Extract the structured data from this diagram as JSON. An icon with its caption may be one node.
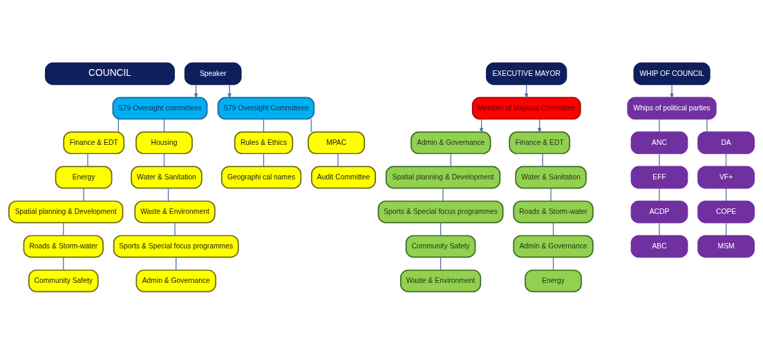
{
  "diagram": {
    "nodes": [
      {
        "text": [
          "COUNCIL"
        ]
      },
      {
        "text": [
          "EXECUTIVE MAYOR"
        ]
      },
      {
        "text": [
          "Speaker"
        ]
      },
      {
        "text": [
          "WHIP OF COUNCIL"
        ]
      },
      {
        "text": [
          "Member of Mayoral Committee"
        ]
      },
      {
        "text": [
          "S79 Oversight committees"
        ]
      },
      {
        "text": [
          "S79 Oversight Committees"
        ]
      },
      {
        "text": [
          "Whips of political parties"
        ]
      },
      {
        "text": [
          "Admin & Governance"
        ]
      },
      {
        "text": [
          "Spatial planning & Development"
        ]
      },
      {
        "text": [
          "Sports & Special focus programmes"
        ]
      },
      {
        "text": [
          "Community Safety"
        ]
      },
      {
        "text": [
          "Waste & Environment"
        ]
      },
      {
        "text": [
          "Finance & EDT"
        ]
      },
      {
        "text": [
          "Water & Sanitation"
        ]
      },
      {
        "text": [
          "Roads & Storm-water"
        ]
      },
      {
        "text": [
          "Admin & Governance"
        ]
      },
      {
        "text": [
          "Energy"
        ]
      },
      {
        "text": [
          "Finance & EDT"
        ]
      },
      {
        "text": [
          "Energy"
        ]
      },
      {
        "text": [
          "Spatial planning & Development"
        ]
      },
      {
        "text": [
          "Roads & Storm-water"
        ]
      },
      {
        "text": [
          "Community Safety"
        ]
      },
      {
        "text": [
          "Housing"
        ]
      },
      {
        "text": [
          "Water & Sanitation"
        ]
      },
      {
        "text": [
          "Waste & Environment"
        ]
      },
      {
        "text": [
          "Sports & Special focus programmes"
        ]
      },
      {
        "text": [
          "Admin & Governance"
        ]
      },
      {
        "text": [
          "Rules & Ethics"
        ]
      },
      {
        "text": [
          "Geographi cal names"
        ]
      },
      {
        "text": [
          "MPAC"
        ]
      },
      {
        "text": [
          "Audit Committee"
        ]
      },
      {
        "text": [
          "ANC"
        ]
      },
      {
        "text": [
          "EFF"
        ]
      },
      {
        "text": [
          "ACDP"
        ]
      },
      {
        "text": [
          "ABC"
        ]
      },
      {
        "text": [
          "DA"
        ]
      },
      {
        "text": [
          "VF+"
        ]
      },
      {
        "text": [
          "COPE"
        ]
      },
      {
        "text": [
          "MSM"
        ]
      }
    ],
    "edges": [
      {
        "from": 1,
        "to": 4,
        "arrow": "to"
      },
      {
        "from": 4,
        "to": 8,
        "arrow": "to"
      },
      {
        "from": 4,
        "to": 13,
        "arrow": "to"
      },
      {
        "from": 8,
        "to": 9,
        "arrow": "none"
      },
      {
        "from": 9,
        "to": 10,
        "arrow": "none"
      },
      {
        "from": 10,
        "to": 11,
        "arrow": "none"
      },
      {
        "from": 11,
        "to": 12,
        "arrow": "none"
      },
      {
        "from": 13,
        "to": 14,
        "arrow": "none"
      },
      {
        "from": 14,
        "to": 15,
        "arrow": "none"
      },
      {
        "from": 15,
        "to": 16,
        "arrow": "none"
      },
      {
        "from": 16,
        "to": 17,
        "arrow": "none"
      },
      {
        "from": 2,
        "to": 5,
        "arrow": "to"
      },
      {
        "from": 2,
        "to": 6,
        "arrow": "to"
      },
      {
        "from": 5,
        "to": 18,
        "arrow": "none"
      },
      {
        "from": 5,
        "to": 23,
        "arrow": "none"
      },
      {
        "from": 18,
        "to": 19,
        "arrow": "none"
      },
      {
        "from": 19,
        "to": 20,
        "arrow": "none"
      },
      {
        "from": 20,
        "to": 21,
        "arrow": "none"
      },
      {
        "from": 21,
        "to": 22,
        "arrow": "none"
      },
      {
        "from": 23,
        "to": 24,
        "arrow": "none"
      },
      {
        "from": 24,
        "to": 25,
        "arrow": "none"
      },
      {
        "from": 25,
        "to": 26,
        "arrow": "none"
      },
      {
        "from": 26,
        "to": 27,
        "arrow": "none"
      },
      {
        "from": 6,
        "to": 28,
        "arrow": "none"
      },
      {
        "from": 6,
        "to": 30,
        "arrow": "none"
      },
      {
        "from": 28,
        "to": 29,
        "arrow": "none"
      },
      {
        "from": 30,
        "to": 31,
        "arrow": "none"
      },
      {
        "from": 3,
        "to": 7,
        "arrow": "to"
      },
      {
        "from": 7,
        "to": 32,
        "arrow": "none"
      },
      {
        "from": 7,
        "to": 36,
        "arrow": "none"
      },
      {
        "from": 32,
        "to": 33,
        "arrow": "none"
      },
      {
        "from": 33,
        "to": 34,
        "arrow": "none"
      },
      {
        "from": 34,
        "to": 35,
        "arrow": "none"
      },
      {
        "from": 36,
        "to": 37,
        "arrow": "none"
      },
      {
        "from": 37,
        "to": 38,
        "arrow": "none"
      },
      {
        "from": 38,
        "to": 39,
        "arrow": "none"
      }
    ]
  }
}
